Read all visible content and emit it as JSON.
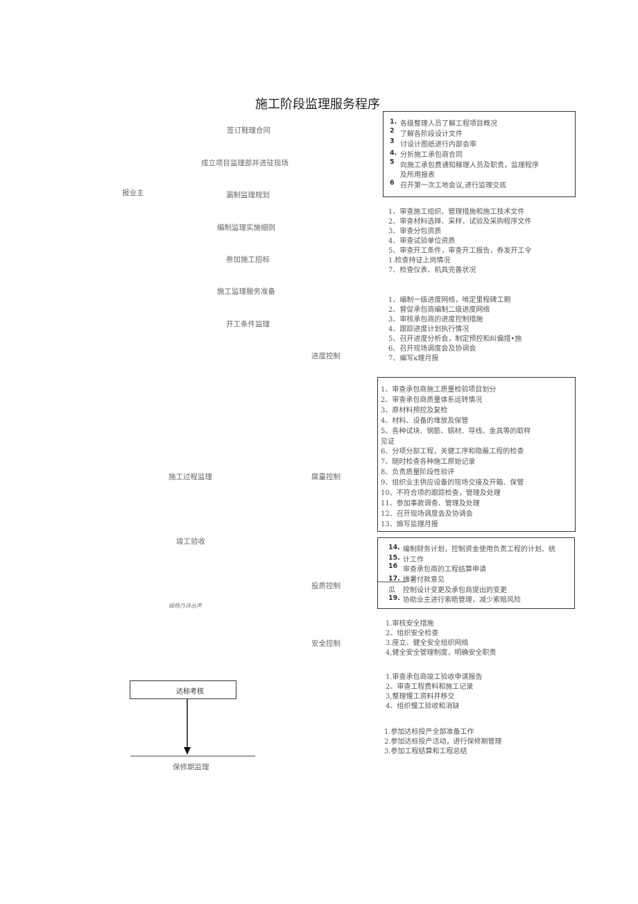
{
  "title": "施工阶段监理服务程序",
  "left_flow": [
    "签订鞋理合同",
    "成立项目监理部并进驻现场",
    "漏制监理规划",
    "编制监理实施细则",
    "叁加施工招标",
    "施工监理服务准备",
    "开工条件监理",
    "施工过程监理",
    "竣工验收",
    "保修期监理"
  ],
  "owner_label": "报业主",
  "signature_text": "础杨乃诗丛声",
  "box_label": "达标考核",
  "mid_labels": [
    "进度控制",
    "腐量控制",
    "投质控制",
    "安全控制"
  ],
  "sections": {
    "prep": [
      {
        "n": "1.",
        "t": "各级整理人员了解工程项目概况"
      },
      {
        "n": "2",
        "t": "了解各阶段设计文件"
      },
      {
        "n": "3",
        "t": "讨设计图纸进行内部会审"
      },
      {
        "n": "4.",
        "t": "分折施工承包商合同"
      },
      {
        "n": "5",
        "t": "向施工承包费通知稼理人员及职责，监理程序"
      },
      {
        "n": "",
        "t": "及所用报表"
      },
      {
        "n": "6",
        "t": "召开第一次工地会议,进行监理交底"
      }
    ],
    "start": [
      "1、审查施工组织、管理措施和施工技术文件",
      "2、审查材料选择、采样、试验及采购程序文件",
      "3、审查分包资质",
      "4、审查试验单位资质",
      "5、审查开工条件，审查开工报告，券发开工令",
      "1.检查持证上岗情况",
      "7、检查仪表、机具完善状况"
    ],
    "progress": [
      "1、编制一级进度网络，啃定里程碑工期",
      "2、督促承包商编制二级进度网络",
      "3、审核承包商的进度控制措施",
      "4、跟踪进度计划执行情况",
      "5、召开进度分析会，制定预控和纠偏措•施",
      "6、召开现场调度会及协调会",
      "7、编写ĸ理月报"
    ],
    "quality": [
      "1、审查承包商施工质量检验项目划分",
      "2、审查承包商质量体系运转情况",
      "3、原材料预控及复检",
      "4、材料、设备的堆放及保管",
      "5、各种试块、钢筋、锅材、导线、金具等的取样",
      "    见证",
      "6、分项分部工程，关健工序和隐蔽工程的检查",
      "7、随时检查各种施工原始记录",
      "8、负责质量阶段性验评",
      "9、组织业主供应设备的现场交接及开箱、保管",
      "10、不符合项的跟踪检查，管理及处理",
      "11、参加事故调查、管理及处理",
      "12、召开现场调度会及协调会",
      "13、煽写监理月报"
    ],
    "investment": [
      {
        "n": "14.",
        "t": "编制财务计划，控制资金使用负责工程的计划、统"
      },
      {
        "n": "15.",
        "t": "计工作"
      },
      {
        "n": "16",
        "t": "审查承包商的工程结算申请"
      },
      {
        "n": "17.",
        "t": "维署付款意见"
      },
      {
        "n": "瓜",
        "t": "控制设计变更及承包商提出的变更"
      },
      {
        "n": "19.",
        "t": "协助业主进行索晤管理，减少索赔风险"
      }
    ],
    "safety": [
      "1.审核安全措施",
      "2、组织安全检查",
      "3.座立、健全安全组织网络",
      "4,健全安全管理制度，明确安全职责"
    ],
    "acceptance": [
      "1.审查承包商竣工验收申请报告",
      "2、审查工程费料和施工记录",
      "3,整理慢工资料并移交",
      "4、组织慢工验收和消缺"
    ],
    "warranty": [
      "1.参加达标投产全部准备工作",
      "2.参加达标投产活动，进行保修期管理",
      "3.参加工程结算和工程总结"
    ]
  }
}
